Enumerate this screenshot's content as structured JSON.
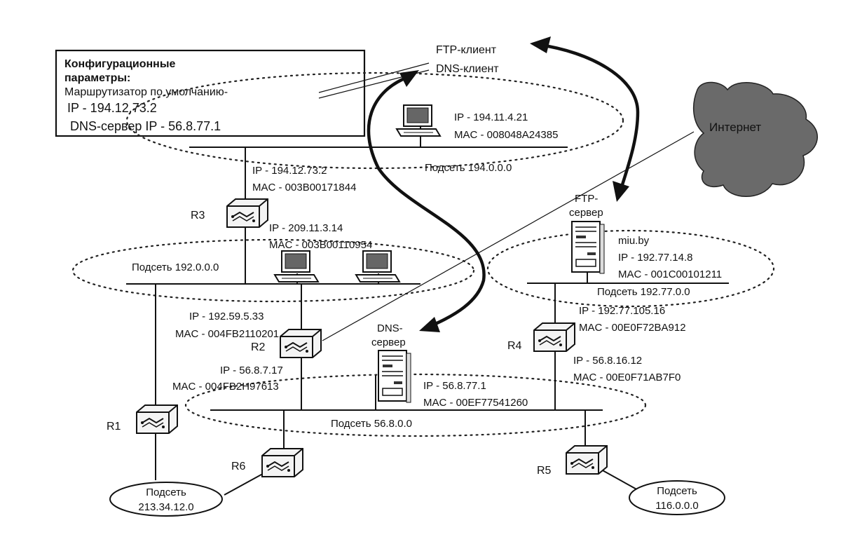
{
  "config_box": {
    "title_line1": "Конфигурационные",
    "title_line2": "параметры:",
    "line3": "Маршрутизатор по умолчанию-",
    "line4": "IP - 194.12.73.2",
    "line5": "DNS-сервер IP - 56.8.77.1"
  },
  "clients": {
    "ftp_client": "FTP-клиент",
    "dns_client": "DNS-клиент"
  },
  "internet": "Интернет",
  "host_194": {
    "ip": "IP - 194.11.4.21",
    "mac": "MAC - 008048A24385"
  },
  "subnets": {
    "s194": "Подсеть 194.0.0.0",
    "s192": "Подсеть 192.0.0.0",
    "s192_77": "Подсеть 192.77.0.0",
    "s56": "Подсеть 56.8.0.0",
    "s213_line1": "Подсеть",
    "s213_line2": "213.34.12.0",
    "s116_line1": "Подсеть",
    "s116_line2": "116.0.0.0"
  },
  "r3": {
    "name": "R3",
    "if1_ip": "IP - 194.12.73.2",
    "if1_mac": "MAC - 003B00171844",
    "if2_ip": "IP - 209.11.3.14",
    "if2_mac": "MAC - 003B00110954"
  },
  "r2": {
    "name": "R2",
    "if1_ip": "IP - 192.59.5.33",
    "if1_mac": "MAC - 004FB2110201",
    "if2_ip": "IP - 56.8.7.17",
    "if2_mac": "MAC - 004FB2H97613"
  },
  "r4": {
    "name": "R4",
    "if1_ip": "IP - 192.77.105.16",
    "if1_mac": "MAC - 00E0F72BA912",
    "if2_ip": "IP - 56.8.16.12",
    "if2_mac": "MAC - 00E0F71AB7F0"
  },
  "r1": {
    "name": "R1"
  },
  "r5": {
    "name": "R5"
  },
  "r6": {
    "name": "R6"
  },
  "ftp_server": {
    "label_line1": "FTP-",
    "label_line2": "сервер",
    "host": "miu.by",
    "ip": "IP - 192.77.14.8",
    "mac": "MAC - 001C00101211"
  },
  "dns_server": {
    "label_line1": "DNS-",
    "label_line2": "сервер",
    "ip": "IP - 56.8.77.1",
    "mac": "MAC - 00EF77541260"
  }
}
